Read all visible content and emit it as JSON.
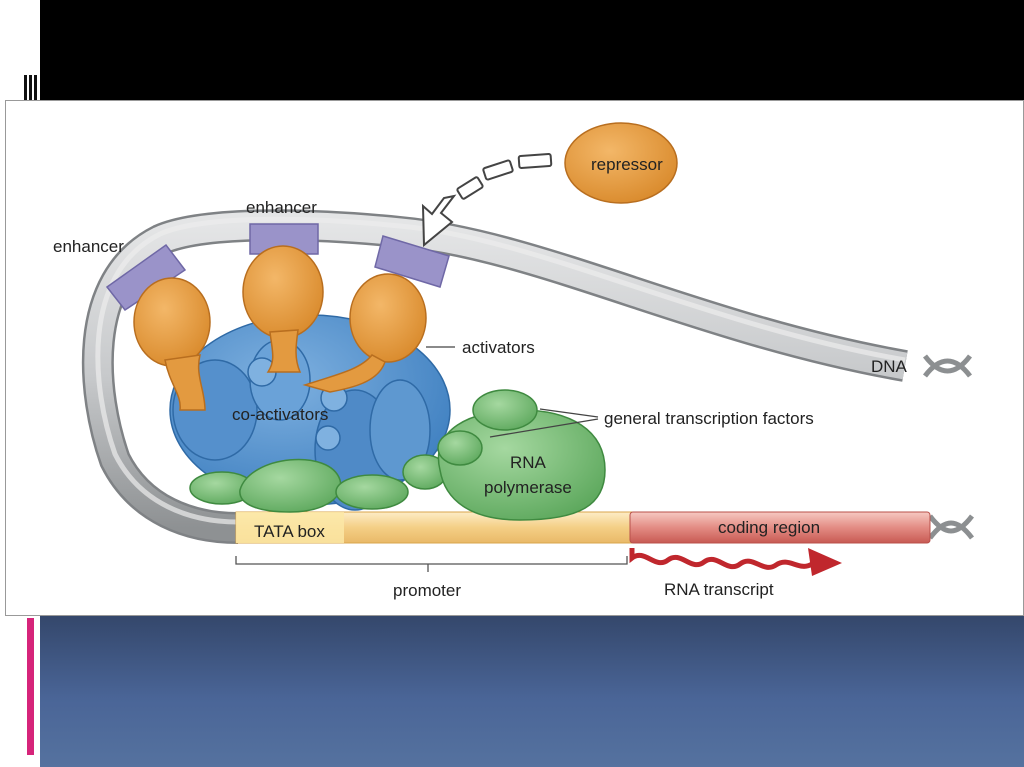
{
  "slide": {
    "accent_color": "#d6247a",
    "top_bar_color": "#000000",
    "bottom_panel_color": "#4a6597"
  },
  "diagram": {
    "labels": {
      "repressor": "repressor",
      "enhancer_top": "enhancer",
      "enhancer_left": "enhancer",
      "activators": "activators",
      "co_activators": "co-activators",
      "dna": "DNA",
      "general_transcription_factors": "general transcription factors",
      "rna_polymerase_line1": "RNA",
      "rna_polymerase_line2": "polymerase",
      "tata_box": "TATA box",
      "coding_region": "coding region",
      "promoter": "promoter",
      "rna_transcript": "RNA transcript"
    },
    "colors": {
      "dna_strand": "#b9bbbd",
      "enhancer_band": "#9a93c9",
      "activator": "#e8a048",
      "co_activator": "#5b95cf",
      "transcription_factor": "#7cc07a",
      "promoter_region": "#f6d48e",
      "coding_region": "#e5918a",
      "rna_transcript": "#c0272d",
      "repressor": "#e8a048"
    }
  }
}
